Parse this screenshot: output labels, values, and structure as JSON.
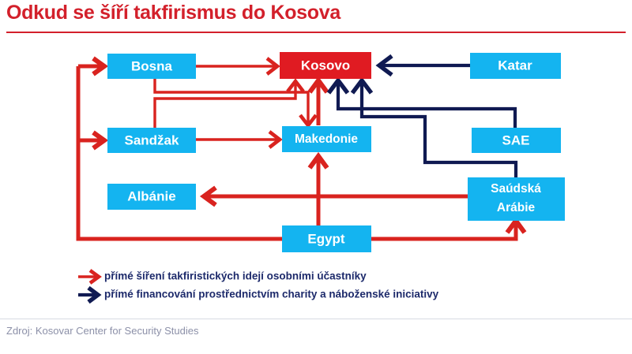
{
  "title": "Odkud se šíří takfirismus do Kosova",
  "source": "Zdroj: Kosovar Center for Security Studies",
  "colors": {
    "title_red": "#d3202b",
    "node_blue": "#14b4f0",
    "node_red": "#e01b22",
    "arrow_red": "#d9231f",
    "arrow_navy": "#101a52",
    "source_gray": "#8c90a8"
  },
  "nodes": [
    {
      "id": "bosna",
      "label": "Bosna",
      "type": "source"
    },
    {
      "id": "kosovo",
      "label": "Kosovo",
      "type": "target"
    },
    {
      "id": "katar",
      "label": "Katar",
      "type": "source"
    },
    {
      "id": "sandzak",
      "label": "Sandžak",
      "type": "source"
    },
    {
      "id": "makedonie",
      "label": "Makedonie",
      "type": "source"
    },
    {
      "id": "sae",
      "label": "SAE",
      "type": "source"
    },
    {
      "id": "albanie",
      "label": "Albánie",
      "type": "source"
    },
    {
      "id": "saudska",
      "label": "Saúdská",
      "label2": "Arábie",
      "type": "source"
    },
    {
      "id": "egypt",
      "label": "Egypt",
      "type": "source"
    }
  ],
  "edges": [
    {
      "from": "bosna",
      "to": "kosovo",
      "kind": "ideas"
    },
    {
      "from": "bosna",
      "to": "makedonie",
      "kind": "ideas"
    },
    {
      "from": "sandzak",
      "to": "kosovo",
      "kind": "ideas"
    },
    {
      "from": "sandzak",
      "to": "makedonie",
      "kind": "ideas"
    },
    {
      "from": "makedonie",
      "to": "kosovo",
      "kind": "ideas"
    },
    {
      "from": "egypt",
      "to": "makedonie",
      "kind": "ideas"
    },
    {
      "from": "egypt",
      "to": "bosna",
      "kind": "ideas"
    },
    {
      "from": "egypt",
      "to": "sandzak",
      "kind": "ideas"
    },
    {
      "from": "egypt",
      "to": "saudska",
      "kind": "ideas"
    },
    {
      "from": "saudska",
      "to": "albanie",
      "kind": "ideas"
    },
    {
      "from": "katar",
      "to": "kosovo",
      "kind": "funding"
    },
    {
      "from": "sae",
      "to": "kosovo",
      "kind": "funding"
    },
    {
      "from": "saudska",
      "to": "kosovo",
      "kind": "funding"
    }
  ],
  "legend": [
    {
      "id": "ideas",
      "marker": "red-arrow-icon",
      "text": "přímé šíření takfiristických idejí osobními účastníky"
    },
    {
      "id": "funding",
      "marker": "navy-arrow-icon",
      "text": "přímé financování prostřednictvím charity a náboženské iniciativy"
    }
  ]
}
